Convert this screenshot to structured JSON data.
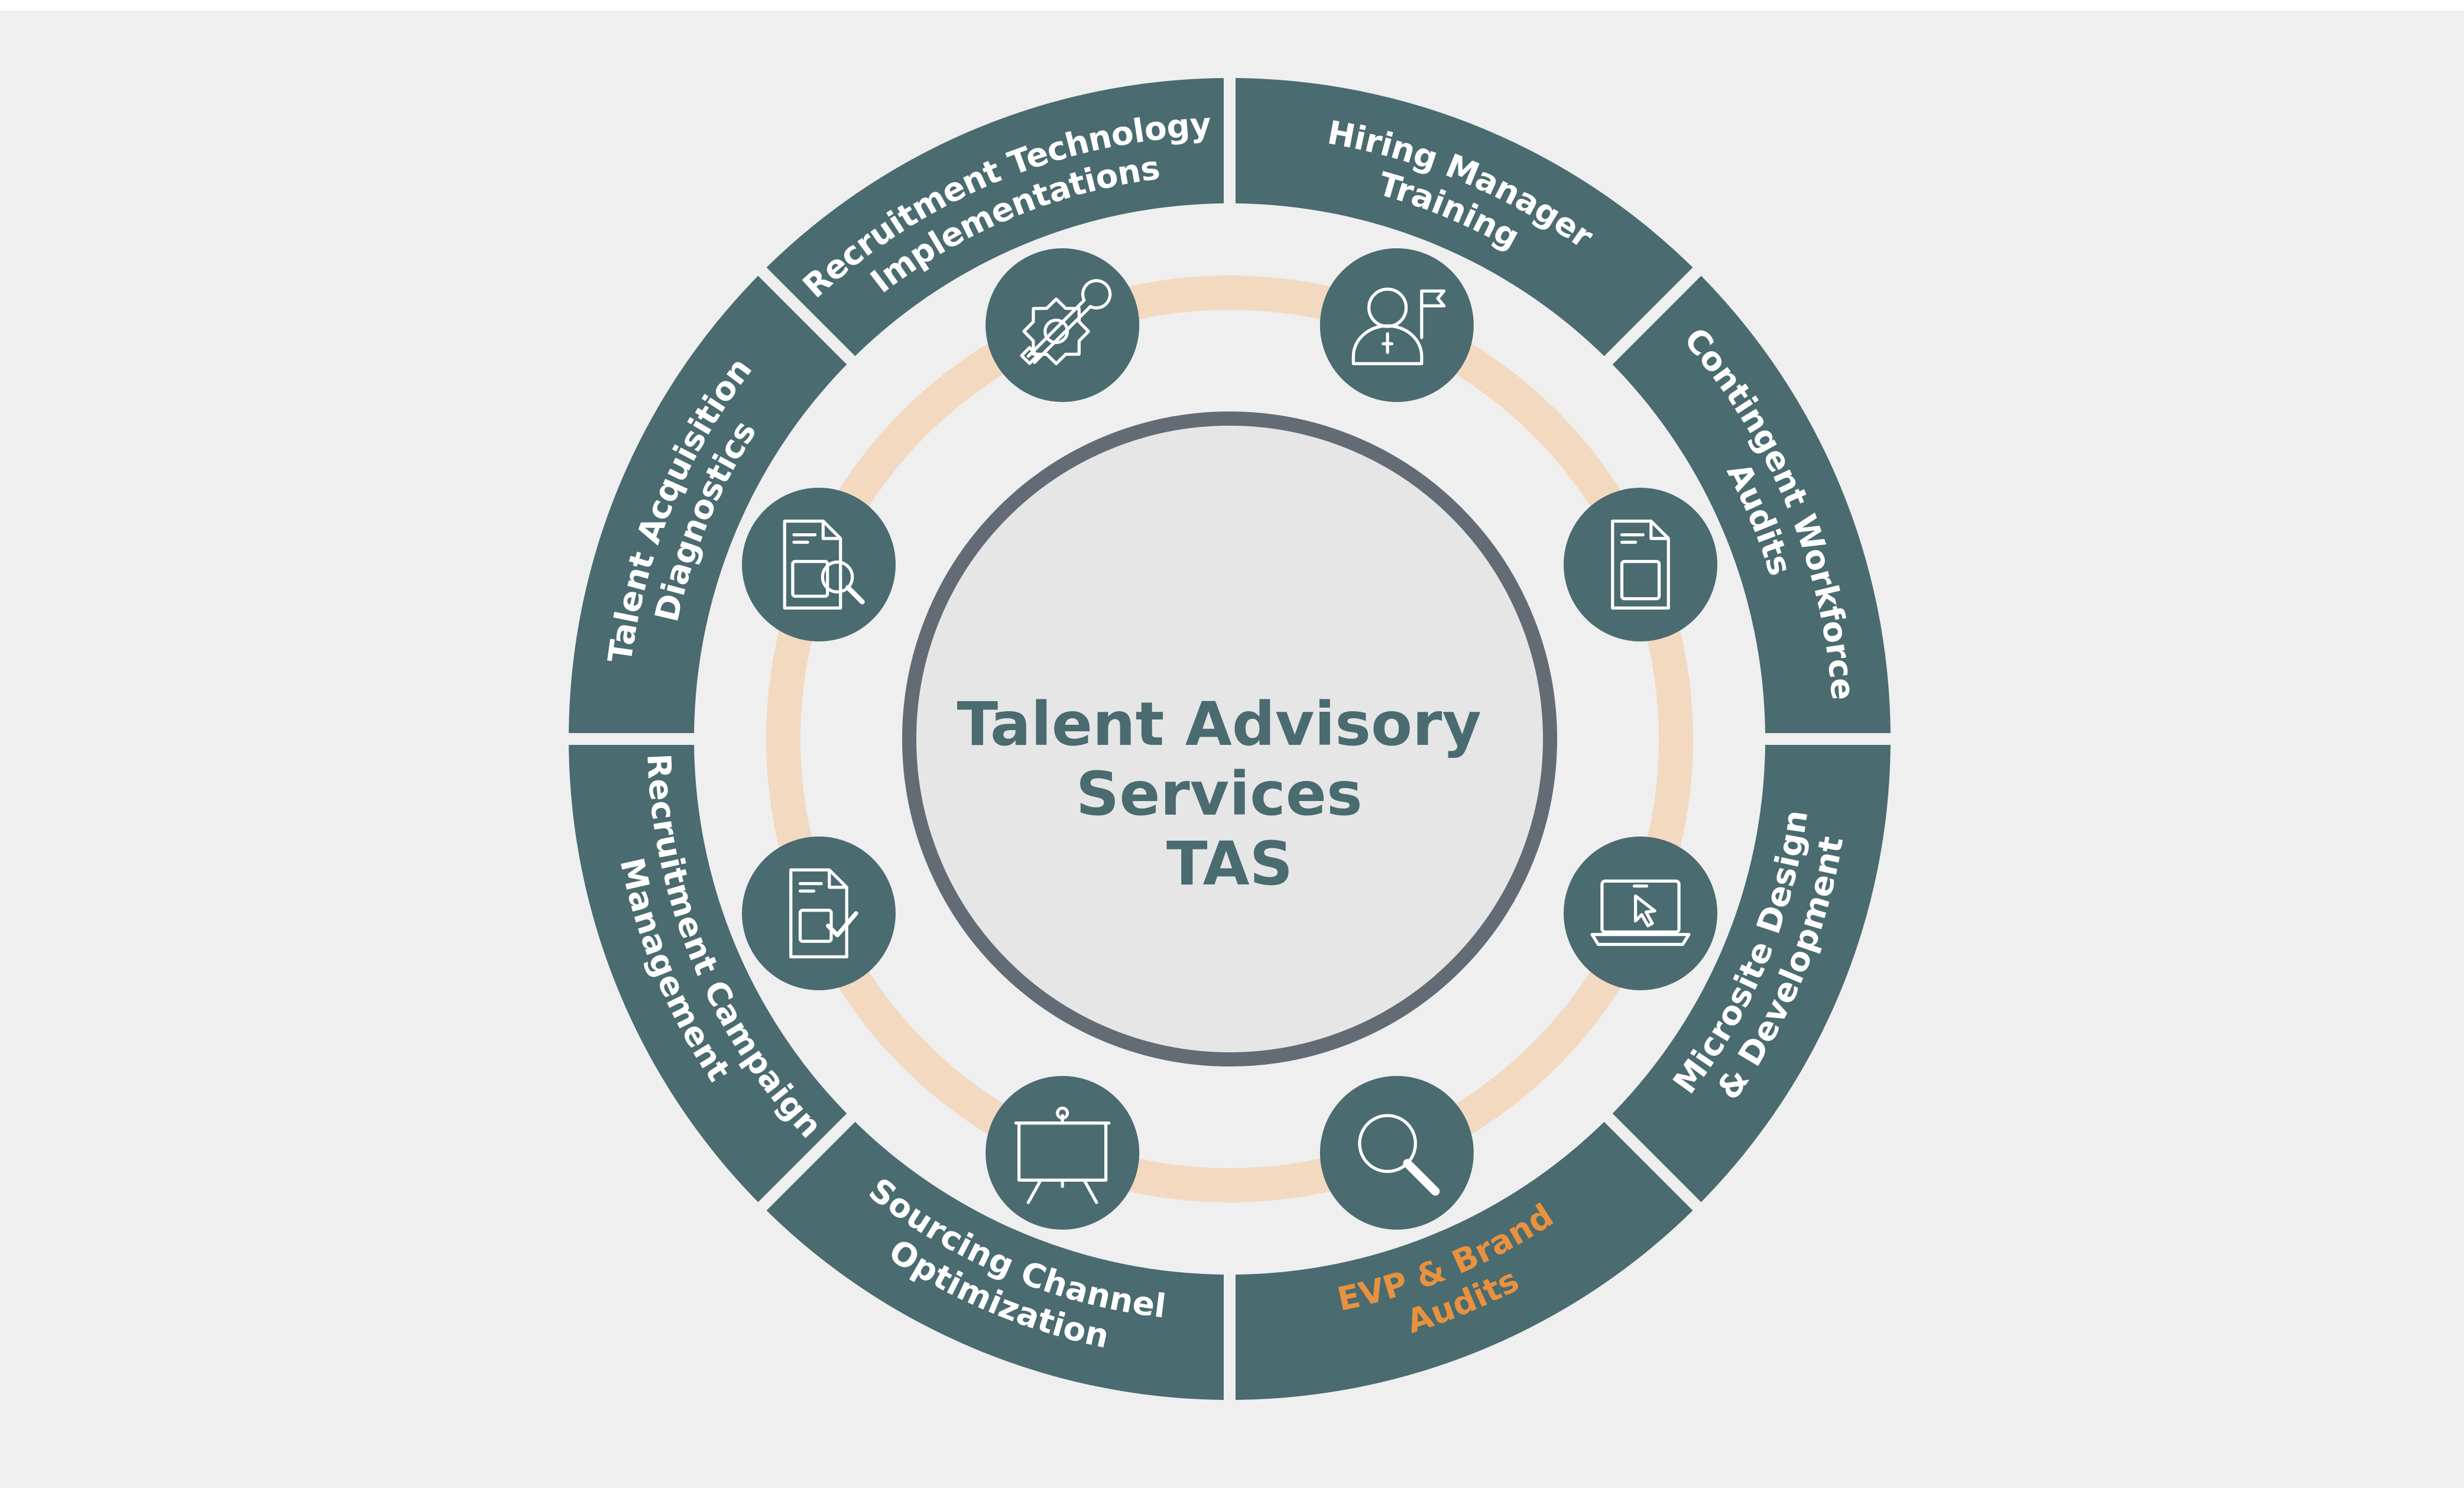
{
  "diagram": {
    "center": {
      "lines": [
        "Talent Advisory",
        "Services",
        "TAS"
      ]
    },
    "colors": {
      "ring": "#4a6b70",
      "ring_text": "#ffffff",
      "highlight_text": "#e8913f",
      "orbit": "#f3d9c0",
      "center_fill": "#e6e6e6",
      "center_stroke": "#636b75",
      "center_text": "#4a6b70",
      "background": "#efefef"
    },
    "segments": [
      {
        "id": "recruitment-technology",
        "lines": [
          "Recruitment Technology",
          "Implementations"
        ],
        "highlight": false
      },
      {
        "id": "hiring-manager-training",
        "lines": [
          "Hiring Manager",
          "Training"
        ],
        "highlight": false
      },
      {
        "id": "contingent-workforce",
        "lines": [
          "Contingent Workforce",
          "Audits"
        ],
        "highlight": false
      },
      {
        "id": "microsite-design",
        "lines": [
          "Microsite Design",
          "& Development"
        ],
        "highlight": false
      },
      {
        "id": "evp-brand-audits",
        "lines": [
          "EVP & Brand",
          "Audits"
        ],
        "highlight": true
      },
      {
        "id": "sourcing-channel",
        "lines": [
          "Sourcing Channel",
          "Optimization"
        ],
        "highlight": false
      },
      {
        "id": "recruitment-campaign",
        "lines": [
          "Recruitment Campaign",
          "Management"
        ],
        "highlight": false
      },
      {
        "id": "talent-acquisition",
        "lines": [
          "Talent Acquisition",
          "Diagnostics"
        ],
        "highlight": false
      }
    ],
    "icons": [
      {
        "name": "gear-wrench-icon"
      },
      {
        "name": "person-flag-icon"
      },
      {
        "name": "document-icon"
      },
      {
        "name": "laptop-cursor-icon"
      },
      {
        "name": "magnifier-icon"
      },
      {
        "name": "presentation-board-icon"
      },
      {
        "name": "document-check-icon"
      },
      {
        "name": "document-search-icon"
      }
    ]
  }
}
